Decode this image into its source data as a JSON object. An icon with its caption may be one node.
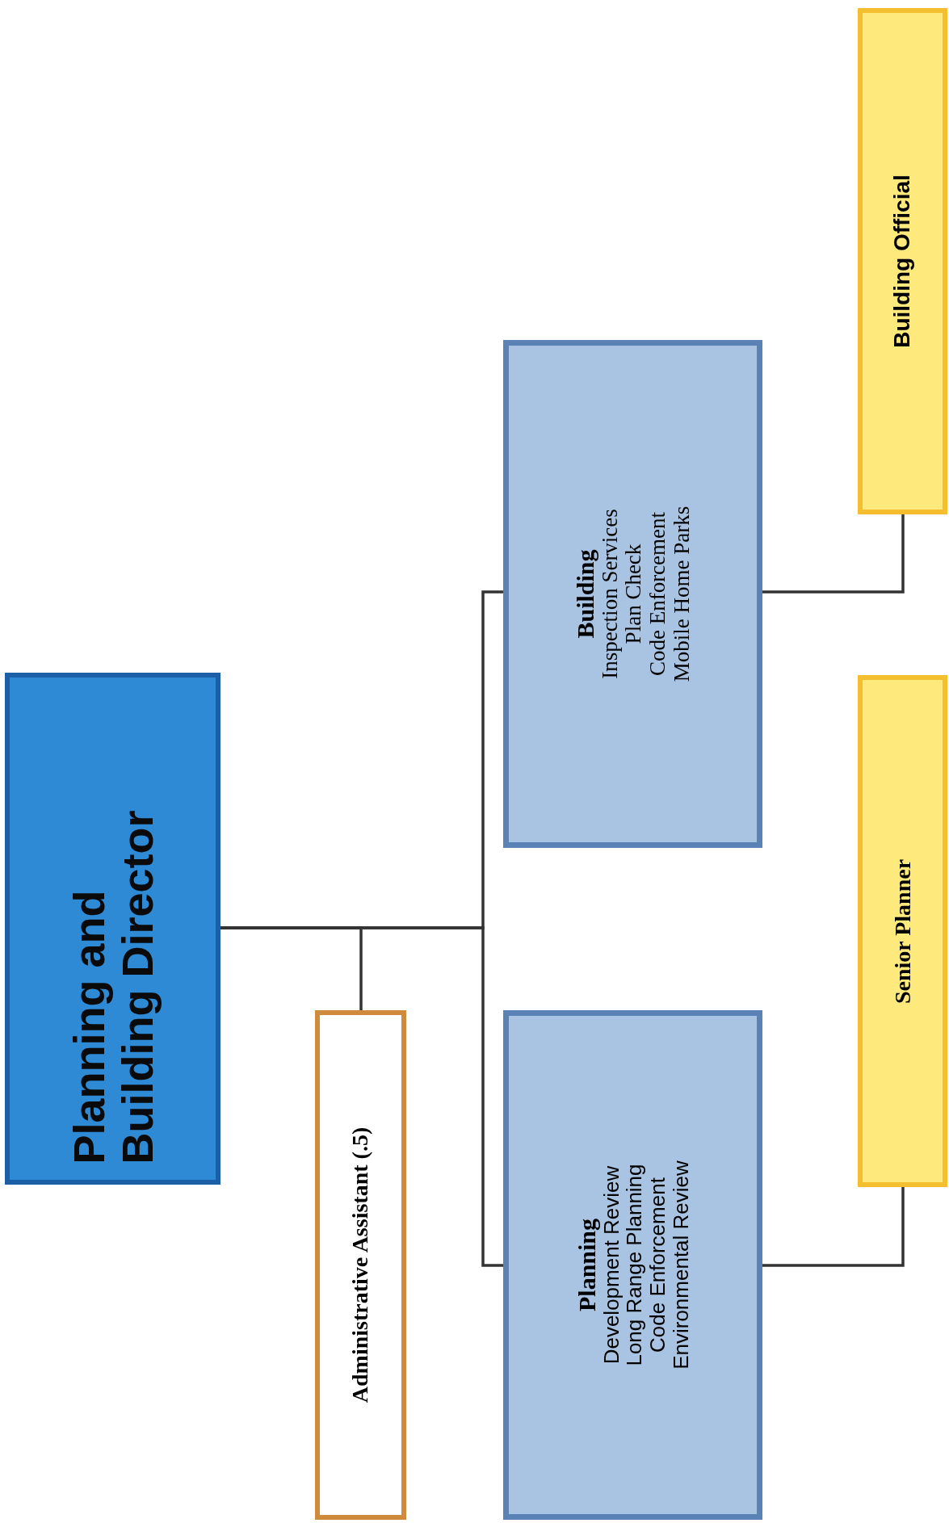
{
  "diagram": {
    "nodes": [
      {
        "text": [
          "Planning and Building Director"
        ]
      },
      {
        "text": [
          "Administrative Assistant (.5)"
        ]
      },
      {
        "text": [
          "Building",
          "Inspection Services",
          "Plan Check",
          "Code Enforcement",
          "Mobile Home Parks"
        ]
      },
      {
        "text": [
          "Planning",
          "Development Review",
          "Long Range Planning",
          "Code Enforcement",
          "Environmental Review"
        ]
      },
      {
        "text": [
          "Building Official"
        ]
      },
      {
        "text": [
          "Senior Planner"
        ]
      }
    ],
    "edges": [
      {
        "from": 0,
        "to": 1,
        "arrow": "none"
      },
      {
        "from": 0,
        "to": 2,
        "arrow": "none"
      },
      {
        "from": 0,
        "to": 3,
        "arrow": "none"
      },
      {
        "from": 2,
        "to": 4,
        "arrow": "none"
      },
      {
        "from": 3,
        "to": 5,
        "arrow": "none"
      }
    ]
  }
}
